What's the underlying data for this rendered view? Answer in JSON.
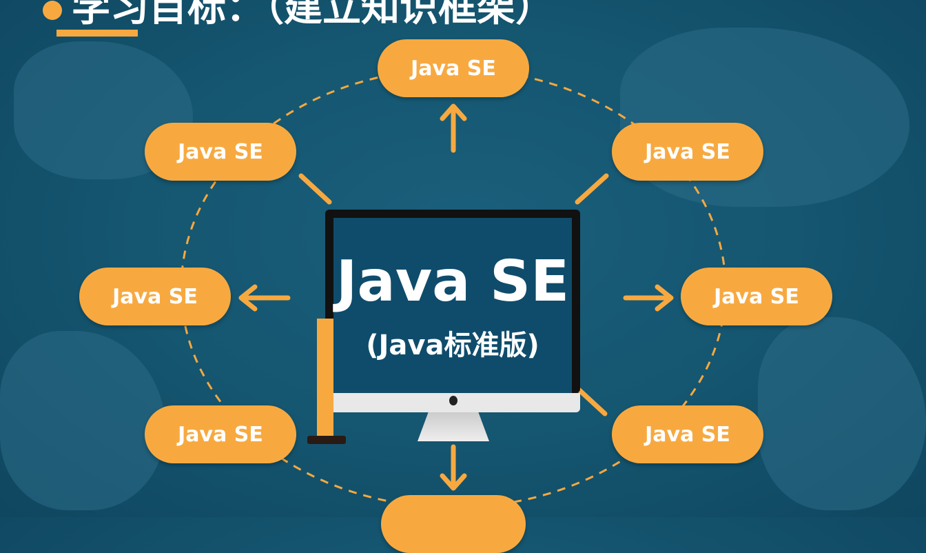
{
  "title": "学习目标：（建立知识框架）",
  "center": {
    "main": "Java SE",
    "sub": "(Java标准版)"
  },
  "nodes": [
    "Java SE",
    "Java SE",
    "Java SE",
    "Java SE",
    "Java SE",
    "Java SE",
    "Java SE",
    ""
  ],
  "colors": {
    "accent": "#f7a940",
    "background": "#155670",
    "screen": "#0f4c6b"
  }
}
